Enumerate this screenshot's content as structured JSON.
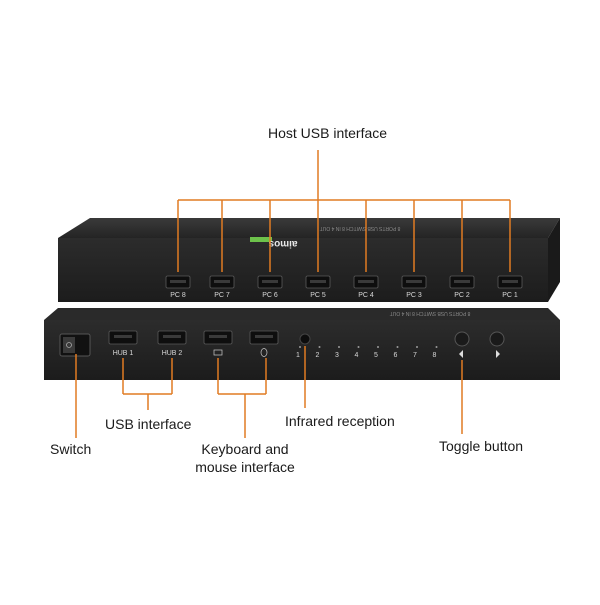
{
  "callouts": {
    "host_usb": "Host USB interface",
    "usb": "USB interface",
    "infrared": "Infrared reception",
    "switch": "Switch",
    "keyboard_line1": "Keyboard and",
    "keyboard_line2": "mouse interface",
    "toggle": "Toggle button"
  },
  "rear_panel": {
    "product_text": "8 PORTS USB SWITCH 8 IN 4 OUT",
    "brand": "aimos",
    "ports": [
      "PC 8",
      "PC 7",
      "PC 6",
      "PC 5",
      "PC 4",
      "PC 3",
      "PC 2",
      "PC 1"
    ]
  },
  "front_panel": {
    "product_text": "8 PORTS USB SWITCH 8 IN 4 OUT",
    "hub_ports": [
      "HUB 1",
      "HUB 2"
    ],
    "channel_indicators": [
      "1",
      "2",
      "3",
      "4",
      "5",
      "6",
      "7",
      "8"
    ]
  },
  "colors": {
    "accent_orange": "#e07b22",
    "device_body": "#2b2b2b",
    "brand_green": "#6dc24b"
  }
}
